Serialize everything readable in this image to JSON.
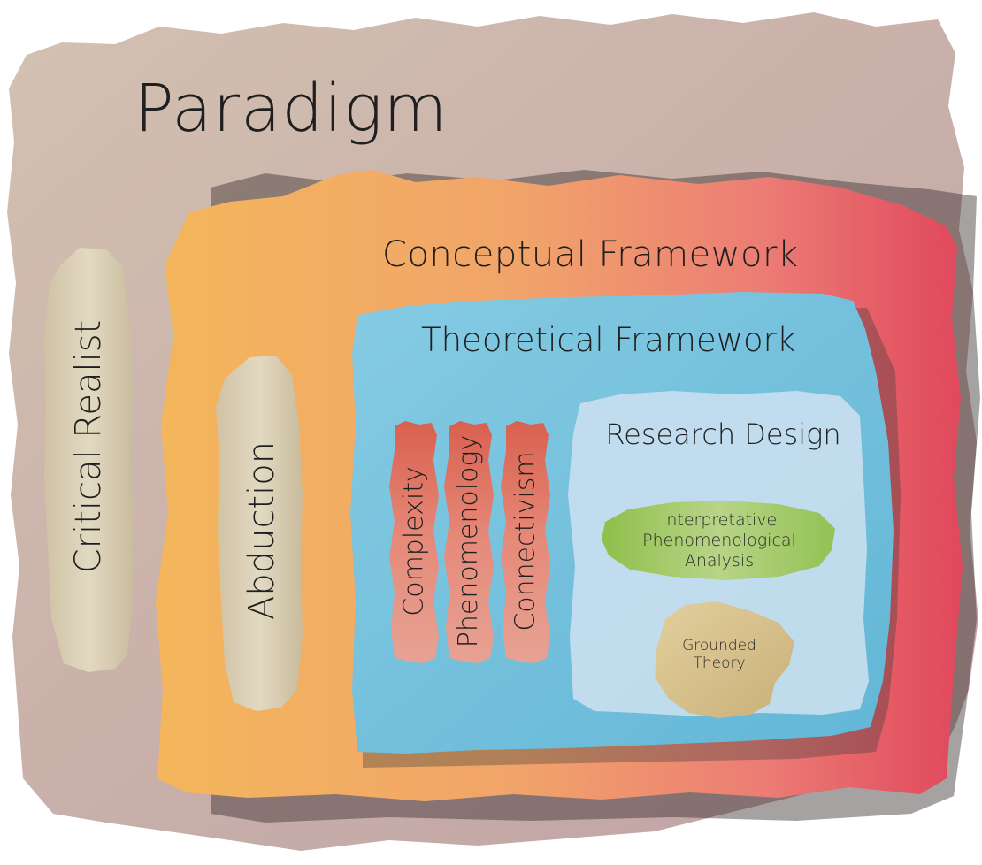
{
  "diagram": {
    "paradigm": {
      "label": "Paradigm"
    },
    "critical_realist": {
      "label": "Critical Realist"
    },
    "abduction": {
      "label": "Abduction"
    },
    "conceptual_framework": {
      "label": "Conceptual Framework"
    },
    "theoretical_framework": {
      "label": "Theoretical Framework"
    },
    "theories": [
      {
        "label": "Complexity"
      },
      {
        "label": "Phenomenology"
      },
      {
        "label": "Connectivism"
      }
    ],
    "research_design": {
      "label": "Research Design",
      "methods": [
        {
          "label": "Interpretative Phenomenological Analysis"
        },
        {
          "label": "Grounded Theory"
        }
      ]
    }
  },
  "colors": {
    "paradigm": "#c9b3a8",
    "conceptual_framework_left": "#f2b45a",
    "conceptual_framework_right": "#e24a5e",
    "theoretical_framework": "#7cc4df",
    "research_design": "#c6dcee",
    "theory_pillar": "#e27a6c",
    "stance_pill": "#d8ccb0",
    "ipa_blob": "#a9cc6a",
    "grounded_blob": "#d8c38d"
  }
}
